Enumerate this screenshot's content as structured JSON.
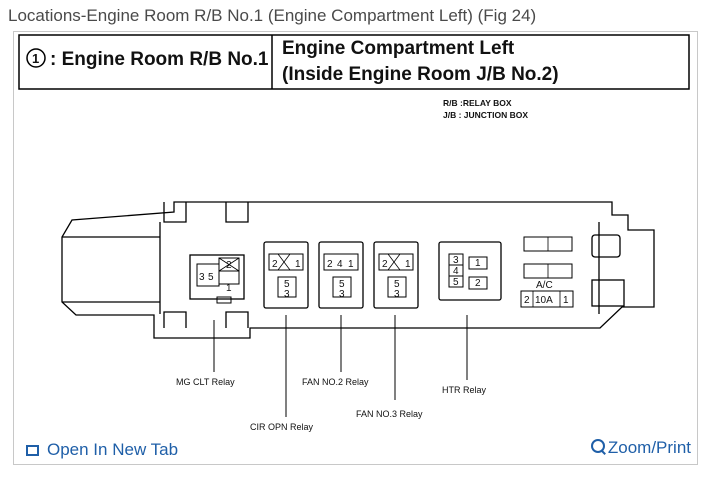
{
  "page": {
    "title": "Locations-Engine Room R/B No.1 (Engine Compartment Left) (Fig 24)"
  },
  "header_box": {
    "marker": "1",
    "label": ": Engine Room R/B No.1",
    "location_line1": "Engine Compartment Left",
    "location_line2": "(Inside Engine Room J/B No.2)"
  },
  "abbreviations": {
    "rb": "R/B :RELAY BOX",
    "jb": "J/B : JUNCTION BOX"
  },
  "relays": {
    "mg_clt": {
      "label": "MG CLT Relay",
      "pins": [
        "3",
        "5",
        "2",
        "1"
      ]
    },
    "cir_opn": {
      "label": "CIR OPN Relay",
      "pins": [
        "2",
        "1",
        "5",
        "3"
      ]
    },
    "fan_no2": {
      "label": "FAN NO.2 Relay",
      "pins": [
        "2",
        "4",
        "1",
        "5",
        "3"
      ]
    },
    "fan_no3": {
      "label": "FAN NO.3 Relay",
      "pins": [
        "2",
        "1",
        "5",
        "3"
      ]
    },
    "htr": {
      "label": "HTR Relay",
      "pins": [
        "3",
        "4",
        "5",
        "1",
        "2"
      ]
    },
    "ac_fuse": {
      "label": "A/C",
      "rating": "10A",
      "pin_left": "2",
      "pin_right": "1"
    }
  },
  "footer": {
    "open_new_tab": "Open In New Tab",
    "zoom_print": "Zoom/Print"
  },
  "colors": {
    "link": "#1f5fa8",
    "title": "#4a4a4a",
    "border": "#c8c8c8"
  }
}
